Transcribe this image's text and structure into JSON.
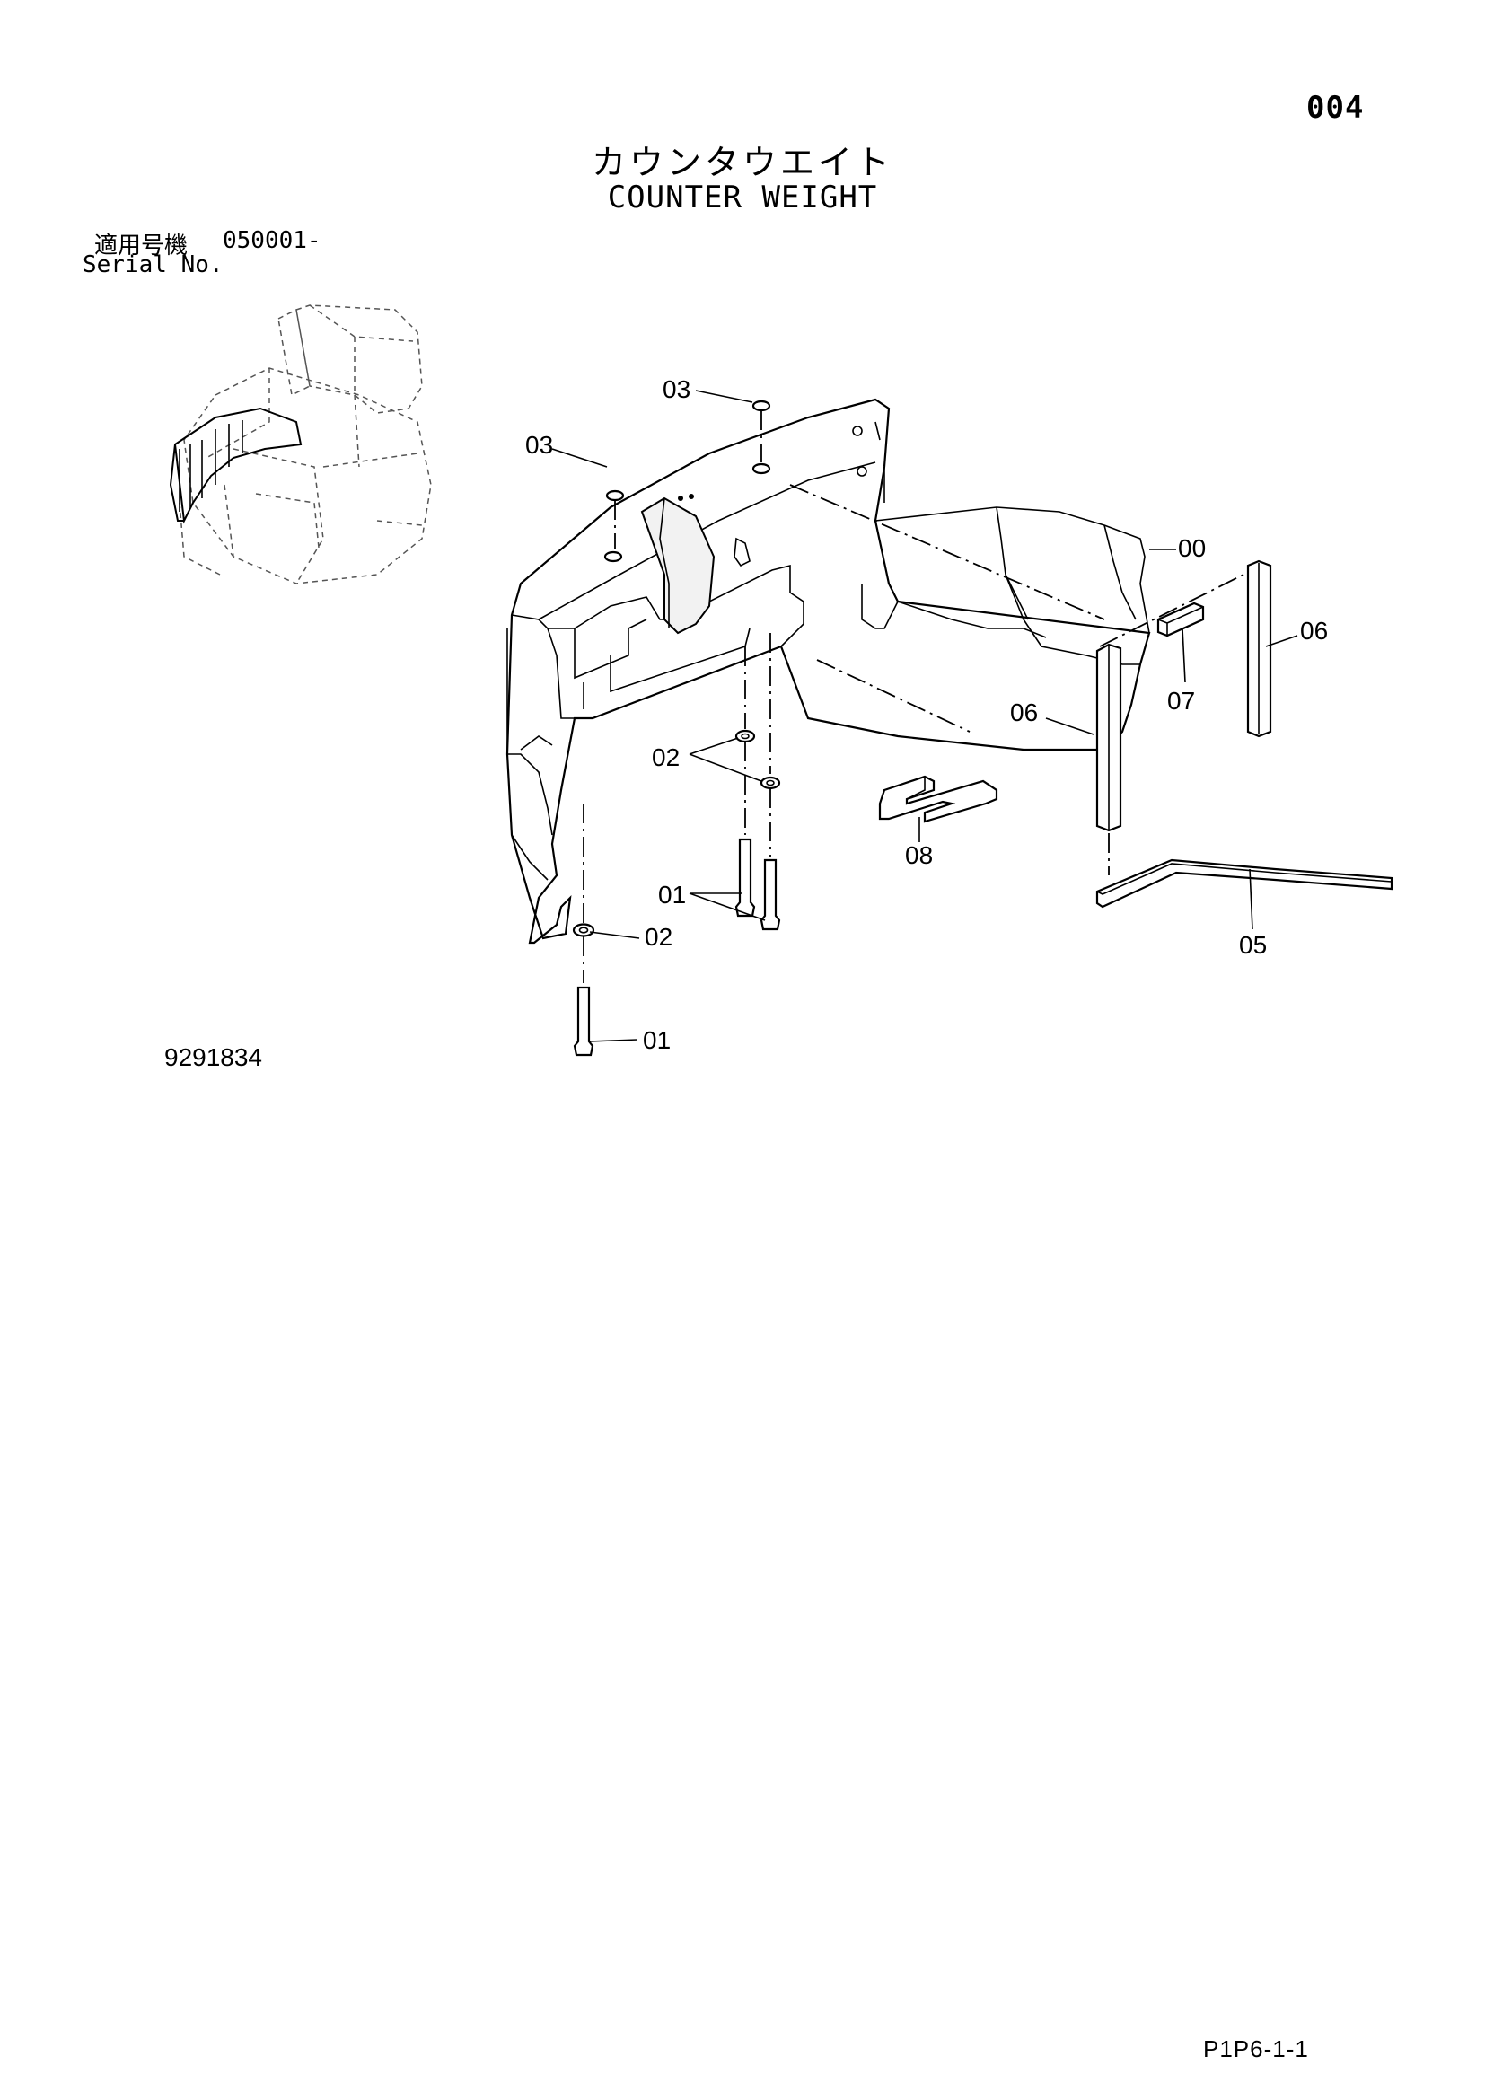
{
  "page_number": "004",
  "title_jp": "カウンタウエイト",
  "title_en": "COUNTER WEIGHT",
  "serial": {
    "label_jp": "適用号機",
    "value": "050001-",
    "label_en": "Serial No."
  },
  "drawing_code": "9291834",
  "page_code": "P1P6-1-1",
  "callouts": {
    "c00": "00",
    "c01a": "01",
    "c01b": "01",
    "c02a": "02",
    "c02b": "02",
    "c03a": "03",
    "c03b": "03",
    "c05": "05",
    "c06a": "06",
    "c06b": "06",
    "c07": "07",
    "c08": "08"
  }
}
